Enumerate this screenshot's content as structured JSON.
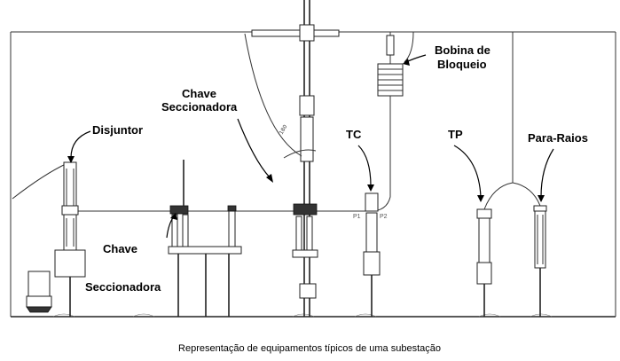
{
  "labels": {
    "disjuntor": "Disjuntor",
    "chave_top_1": "Chave",
    "chave_top_2": "Seccionadora",
    "chave_bot_1": "Chave",
    "chave_bot_2": "Seccionadora",
    "tc": "TC",
    "tp": "TP",
    "para_raios": "Para-Raios",
    "bobina_1": "Bobina de",
    "bobina_2": "Bloqueio",
    "p1": "P1",
    "p2": "P2"
  },
  "caption": "Representação de equipamentos típicos de uma subestação"
}
